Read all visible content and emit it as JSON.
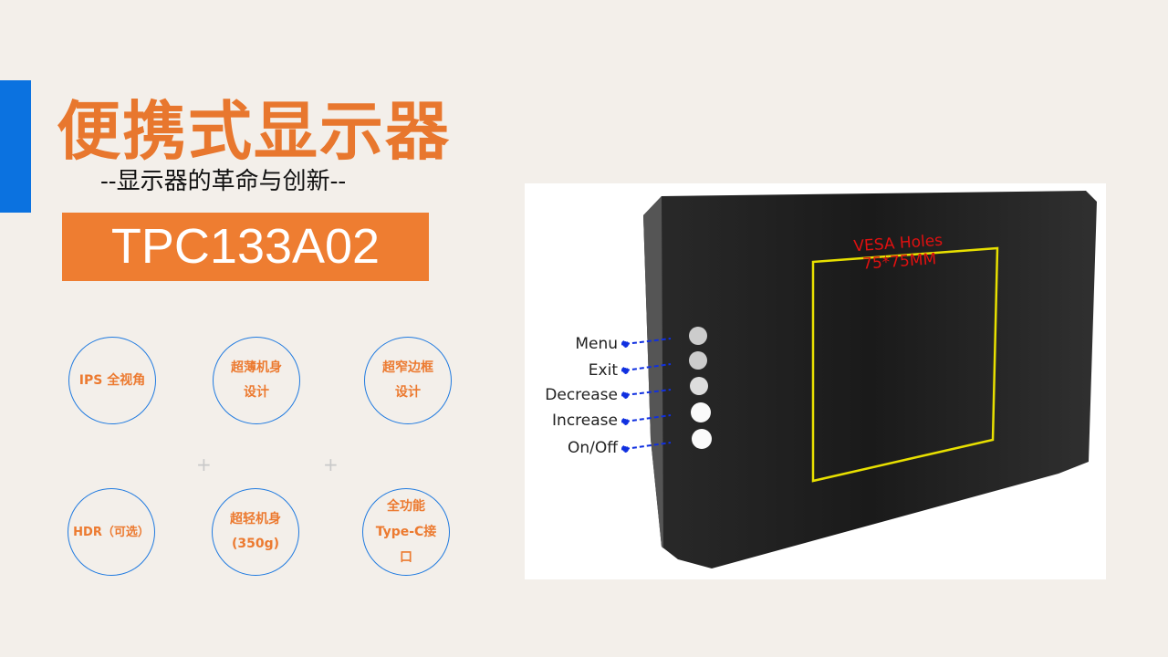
{
  "title": "便携式显示器",
  "subtitle": "--显示器的革命与创新--",
  "model": "TPC133A02",
  "features": [
    {
      "line1": "IPS 全视角",
      "line2": ""
    },
    {
      "line1": "超薄机身",
      "line2": "设计"
    },
    {
      "line1": "超窄边框",
      "line2": "设计"
    },
    {
      "line1": "HDR（可选）",
      "line2": ""
    },
    {
      "line1": "超轻机身",
      "line2": "(350g)"
    },
    {
      "line1": "全功能",
      "line2": "Type-C接",
      "line3": "口"
    }
  ],
  "plus": "+",
  "photo": {
    "vesa_line1": "VESA Holes",
    "vesa_line2": "75*75MM",
    "buttons": [
      "Menu",
      "Exit",
      "Decrease",
      "Increase",
      "On/Off"
    ]
  },
  "colors": {
    "accent": "#0b72e0",
    "orange": "#ee7d31"
  }
}
